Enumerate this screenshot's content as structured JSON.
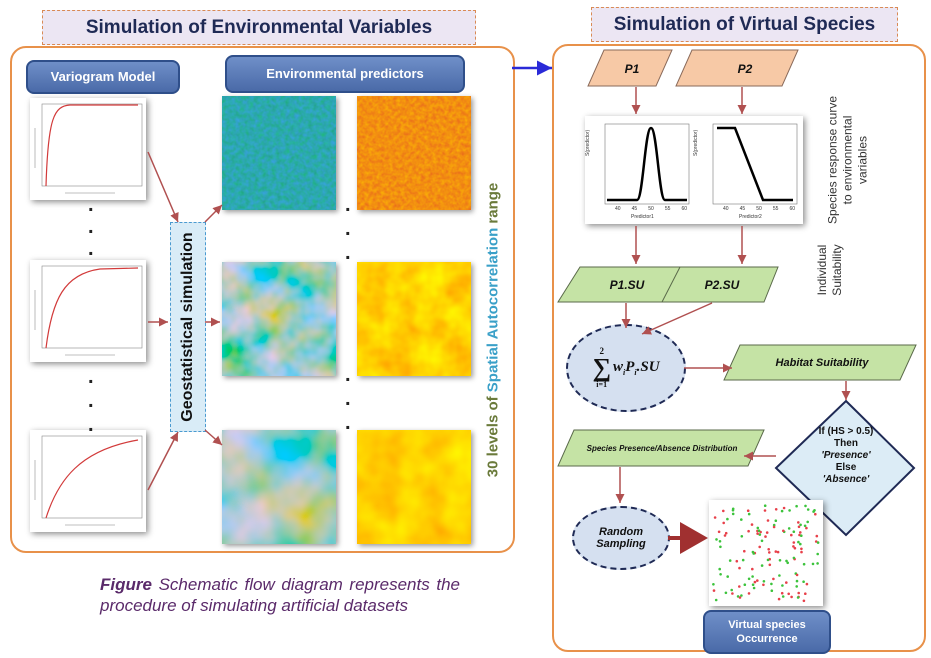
{
  "left": {
    "title": "Simulation of Environmental Variables",
    "variogram_label": "Variogram Model",
    "predictors_label": "Environmental predictors",
    "geostat_label": "Geostatistical simulation",
    "vertical_text": {
      "part1": "30 levels of ",
      "part2": "Spatial Autocorrelation",
      "part3": " range"
    }
  },
  "right": {
    "title": "Simulation of Virtual Species",
    "p1": "P1",
    "p2": "P2",
    "response_label": "Species response curve to environmental variables",
    "plot1": {
      "xlabel": "Predictor1",
      "ylabel": "S(predictor)",
      "ticks": [
        "40",
        "45",
        "50",
        "55",
        "60"
      ]
    },
    "plot2": {
      "xlabel": "Predictor2",
      "ylabel": "S(predictor)",
      "ticks": [
        "40",
        "45",
        "50",
        "55",
        "60"
      ]
    },
    "individual_label": "Individual Suitability",
    "p1su": "P1.SU",
    "p2su": "P2.SU",
    "formula": {
      "upper": "2",
      "sigma": "∑",
      "lower": "i=1",
      "body_w": "w",
      "body_i": "i",
      "body_p": "P",
      "body_i2": "i",
      "body_tail": ".SU"
    },
    "habitat": "Habitat Suitability",
    "decision": {
      "line1": "If (HS > 0.5)",
      "line2": "Then",
      "line3": "'Presence'",
      "line4": "Else",
      "line5": "'Absence'"
    },
    "distribution": "Species Presence/Absence Distribution",
    "random_sampling": "Random Sampling",
    "virtual_occurrence": "Virtual species Occurrence"
  },
  "caption": {
    "figure": "Figure",
    "text": " Schematic flow diagram represents the procedure of simulating artificial datasets"
  },
  "colors": {
    "panel_border": "#e8914a",
    "title_text": "#1f2a55",
    "arrow": "#b05050",
    "peach": "#f7c9a6",
    "green": "#c5e3a5",
    "presence": "#e8404a",
    "absence": "#3cc33c"
  }
}
